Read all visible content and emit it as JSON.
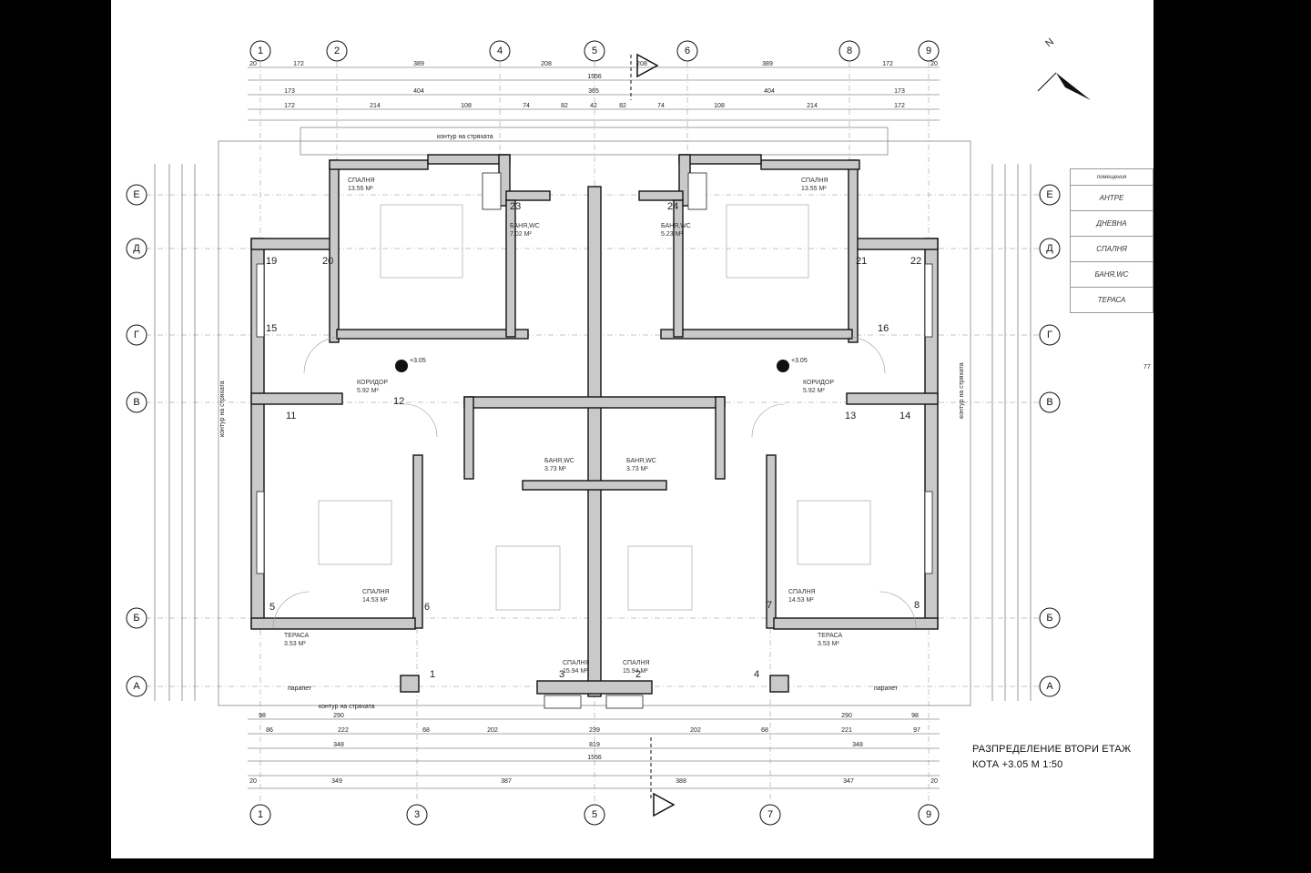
{
  "title": {
    "line1": "РАЗПРЕДЕЛЕНИЕ ВТОРИ ЕТАЖ",
    "line2": "КОТА +3.05 М 1:50"
  },
  "legend": {
    "header": "помещения",
    "items": [
      "АНТРЕ",
      "ДНЕВНА",
      "СПАЛНЯ",
      "БАНЯ,WC",
      "ТЕРАСА"
    ]
  },
  "axes": {
    "top": [
      "1",
      "2",
      "4",
      "5",
      "6",
      "8",
      "9"
    ],
    "bottom": [
      "1",
      "3",
      "5",
      "7",
      "9"
    ],
    "rows": [
      "Е",
      "Д",
      "Г",
      "В",
      "Б",
      "А"
    ]
  },
  "dimensions": {
    "top_row1": [
      "20",
      "172",
      "389",
      "208",
      "208",
      "389",
      "172",
      "20"
    ],
    "top_total": "1556",
    "top_row2": [
      "173",
      "404",
      "365",
      "404",
      "173"
    ],
    "top_row3": [
      "172",
      "214",
      "108",
      "74",
      "82",
      "42",
      "82",
      "74",
      "108",
      "214",
      "172"
    ],
    "bottom_row1": [
      "86",
      "222",
      "68",
      "202",
      "239",
      "202",
      "68",
      "221",
      "97"
    ],
    "bottom_row2": [
      "348",
      "819",
      "348"
    ],
    "bottom_total": "1556",
    "bottom_row3": [
      "20",
      "349",
      "387",
      "388",
      "347",
      "20"
    ],
    "bottom_row0": [
      "98",
      "290",
      "290",
      "98"
    ]
  },
  "annotations": {
    "roof_contour": "контур на стряхата",
    "level_mark": "+3.05",
    "side_value": "77",
    "parapet": "парапет"
  },
  "rooms": [
    {
      "name": "СПАЛНЯ",
      "area": "13.55 М²"
    },
    {
      "name": "СПАЛНЯ",
      "area": "13.55 М²"
    },
    {
      "name": "БАНЯ,WC",
      "area": "7.02 М²"
    },
    {
      "name": "БАНЯ,WC",
      "area": "5.23 М²"
    },
    {
      "name": "КОРИДОР",
      "area": "5.92 М²"
    },
    {
      "name": "КОРИДОР",
      "area": "5.92 М²"
    },
    {
      "name": "БАНЯ,WC",
      "area": "3.73 М²"
    },
    {
      "name": "БАНЯ,WC",
      "area": "3.73 М²"
    },
    {
      "name": "СПАЛНЯ",
      "area": "14.53 М²"
    },
    {
      "name": "СПАЛНЯ",
      "area": "14.53 М²"
    },
    {
      "name": "СПАЛНЯ",
      "area": "15.94 М²"
    },
    {
      "name": "СПАЛНЯ",
      "area": "15.94 М²"
    },
    {
      "name": "ТЕРАСА",
      "area": "3.53 М²"
    },
    {
      "name": "ТЕРАСА",
      "area": "3.53 М²"
    }
  ],
  "column_numbers": [
    "19",
    "20",
    "23",
    "24",
    "21",
    "22",
    "15",
    "16",
    "11",
    "12",
    "13",
    "14",
    "5",
    "6",
    "7",
    "8",
    "1",
    "2",
    "3",
    "4"
  ],
  "north": "N"
}
